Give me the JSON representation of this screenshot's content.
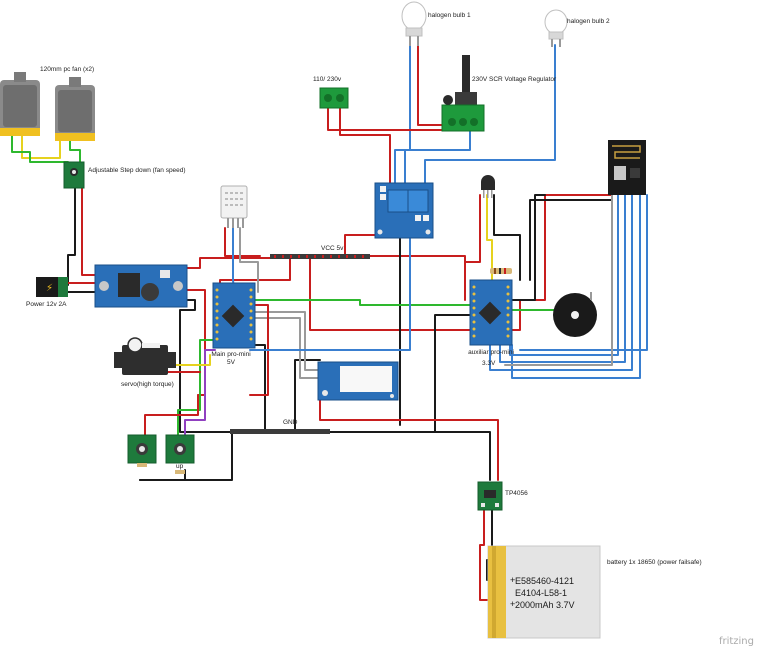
{
  "labels": {
    "fans": "120mm pc fan (x2)",
    "halogen1": "halogen bulb 1",
    "halogen2": "halogen bulb 2",
    "mains": "110/ 230v",
    "scr": "230V SCR Voltage Regulator",
    "stepdown": "Adjustable Step down (fan speed)",
    "power": "Power 12v 2A",
    "vcc": "VCC 5v",
    "main_mcu_1": "Main pro-mini",
    "main_mcu_2": "5V",
    "servo": "servo(high torque)",
    "gnd": "GND",
    "button_up": "up",
    "aux_mcu_1": "auxiliar pro-mini",
    "aux_mcu_2": "3.3V",
    "tp4056": "TP4056",
    "battery": "battery 1x 18650 (power failsafe)"
  },
  "battery_text": {
    "line1": "E585460-4121",
    "line2": "E4104-L58-1",
    "line3": "2000mAh 3.7V",
    "plus": "+"
  },
  "watermark": "fritzing",
  "colors": {
    "wire_red": "#c81e1e",
    "wire_black": "#1a1a1a",
    "wire_blue": "#3a7fd0",
    "wire_green": "#2eb82e",
    "wire_yellow": "#e6d21e",
    "wire_gray": "#9a9a9a",
    "wire_purple": "#9040c0",
    "board_blue": "#2a6fb8",
    "board_green": "#1e7a3c",
    "fan_gray": "#8a8a8a",
    "fan_yellow": "#f0c020"
  }
}
